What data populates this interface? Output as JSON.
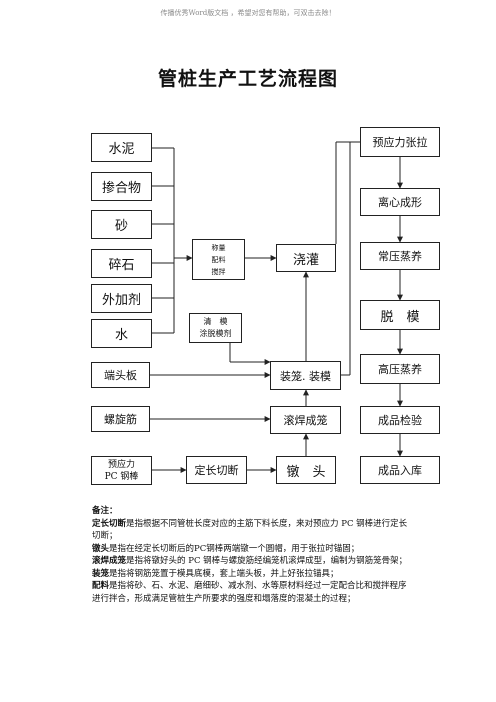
{
  "watermark": "传播优秀Word版文档 ，希望对您有帮助，可双击去除！",
  "title": "管桩生产工艺流程图",
  "materials": {
    "cement": "水泥",
    "admixture": "掺合物",
    "sand": "砂",
    "gravel": "碎石",
    "additive": "外加剂",
    "water": "水"
  },
  "inputs": {
    "end_plate": "端头板",
    "spiral_bar": "螺旋筋",
    "pc_bar_line1": "预应力",
    "pc_bar_line2": "PC 钢棒"
  },
  "process": {
    "weigh_line1": "称量",
    "weigh_line2": "配料",
    "weigh_line3": "搅拌",
    "pour": "浇灌",
    "clean_line1": "清　模",
    "clean_line2": "涂脱模剂",
    "cage_mold": "装笼. 装模",
    "roll_weld": "滚焊成笼",
    "cut": "定长切断",
    "upset": "镦　头"
  },
  "right_column": {
    "prestress": "预应力张拉",
    "spin": "离心成形",
    "steam_normal": "常压蒸养",
    "demold": "脱　模",
    "steam_high": "高压蒸养",
    "inspect": "成品检验",
    "storage": "成品入库"
  },
  "notes": {
    "heading": "备注：",
    "items": [
      {
        "term": "定长切断",
        "text": "是指根据不同管桩长度对应的主筋下料长度，来对预应力 PC 钢棒进行定长切断；"
      },
      {
        "term": "镦头",
        "text": "是指在经定长切断后的PC钢棒两端镦一个圆帽，用于张拉时锚固；"
      },
      {
        "term": "滚焊成笼",
        "text": "是指将镦好头的 PC 钢棒与螺旋筋经编笼机滚焊成型，编制为钢筋笼骨架；"
      },
      {
        "term": "装笼",
        "text": "是指将钢筋笼置于模具底模，套上端头板，并上好张拉锚具；"
      },
      {
        "term": "配料",
        "text": "是指将砂、石、水泥、磨细砂、减水剂、水等原材料经过一定配合比和搅拌程序进行拌合，形成满足管桩生产所要求的强度和塌落度的混凝土的过程；"
      }
    ]
  }
}
